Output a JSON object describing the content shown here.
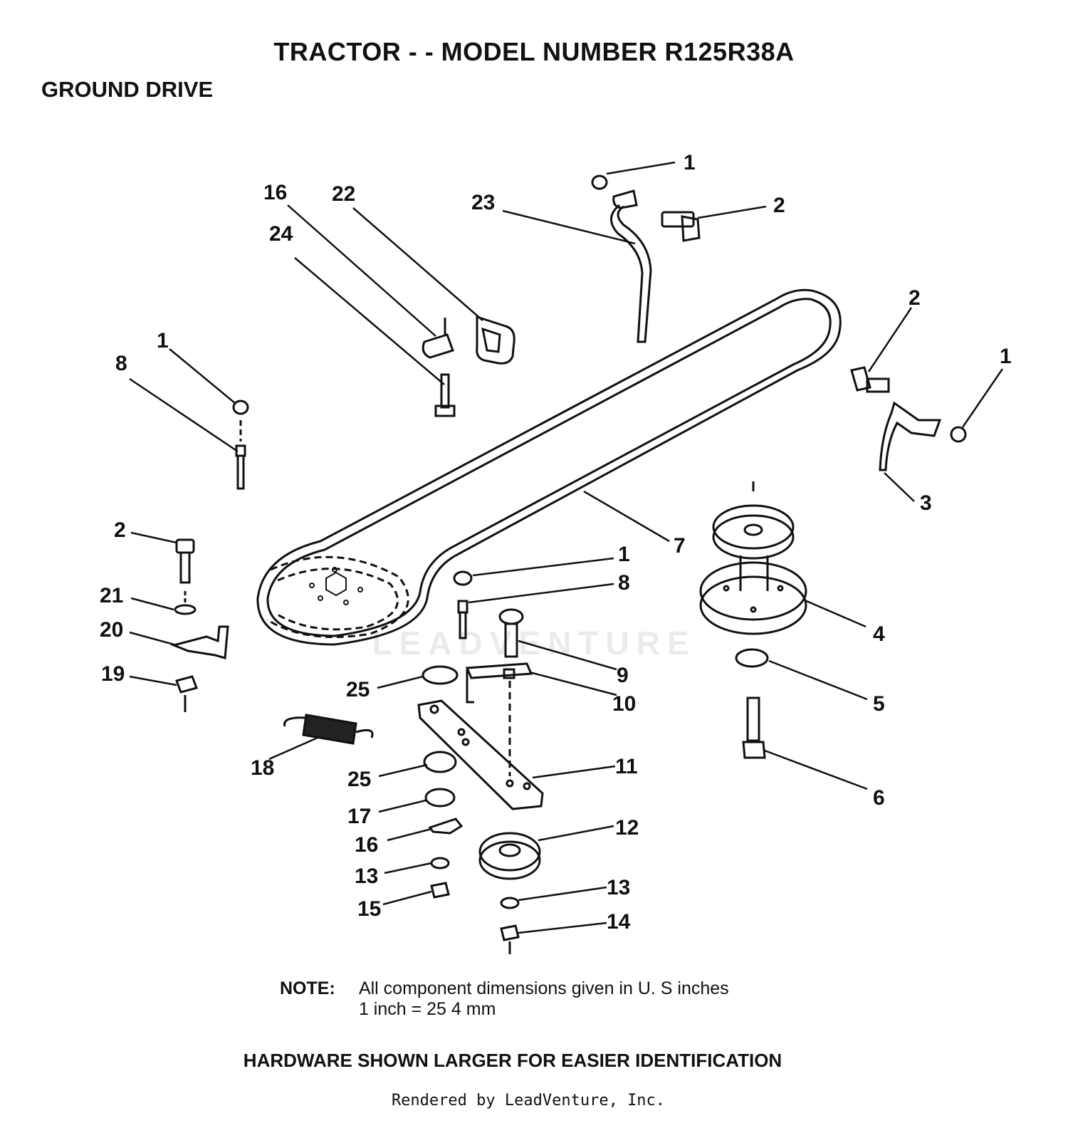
{
  "title": "TRACTOR - - MODEL NUMBER R125R38A",
  "subtitle": "GROUND DRIVE",
  "watermark": "LEADVENTURE",
  "callouts": [
    "1",
    "2",
    "23",
    "16",
    "22",
    "24",
    "2",
    "1",
    "1",
    "8",
    "3",
    "7",
    "4",
    "2",
    "1",
    "8",
    "21",
    "20",
    "19",
    "9",
    "25",
    "10",
    "5",
    "18",
    "11",
    "25",
    "6",
    "17",
    "16",
    "12",
    "13",
    "15",
    "13",
    "14"
  ],
  "note": {
    "label": "NOTE:",
    "line1": "All component dimensions given in U. S  inches",
    "line2": "1 inch = 25 4 mm"
  },
  "hardware_note": "HARDWARE SHOWN LARGER FOR EASIER IDENTIFICATION",
  "rendered_by": "Rendered by LeadVenture, Inc."
}
